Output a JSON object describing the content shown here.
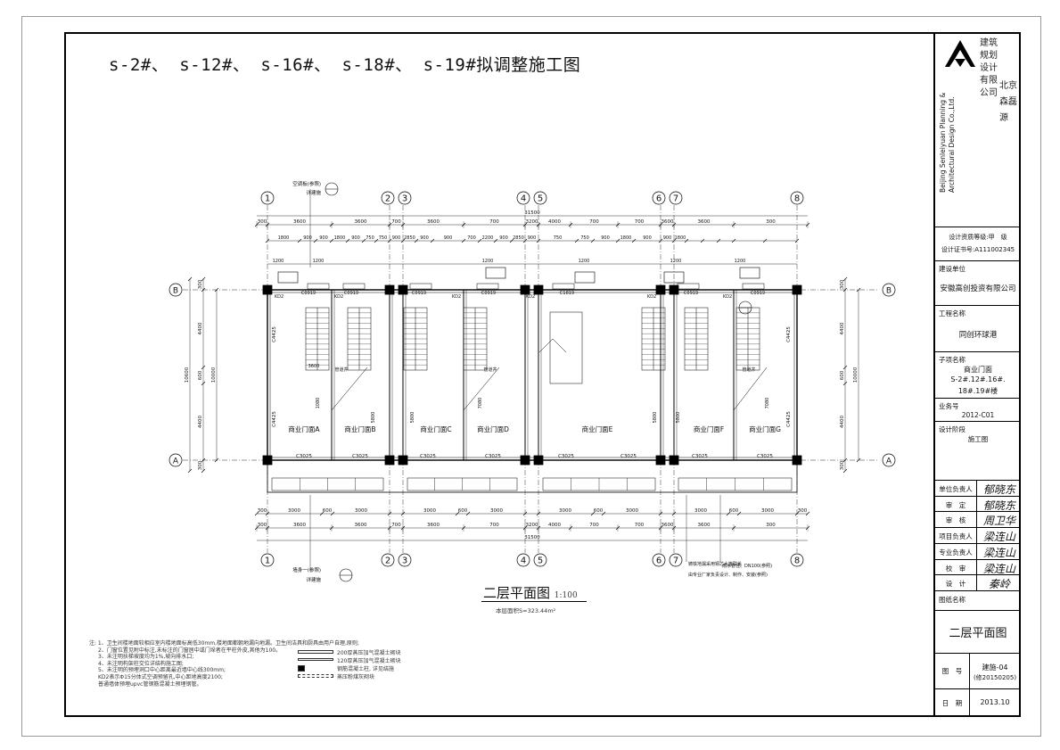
{
  "sheet_title": "s-2#、 s-12#、 s-16#、 s-18#、 s-19#拟调整施工图",
  "company": {
    "logo_lines_cn_a": [
      "建筑",
      "规划",
      "设计",
      "有限",
      "公司"
    ],
    "logo_lines_cn_b": [
      "北京",
      "森磊",
      "源"
    ],
    "name_en_1": "Beijing Senleiyuan Planning &",
    "name_en_2": "Architectural Design Co.,Ltd.",
    "qualification": "设计资质等级:甲　级",
    "certificate": "设计证书号:A111002345"
  },
  "title_block": {
    "client_label": "建设单位",
    "client": "安徽高创投资有限公司",
    "project_label": "工程名称",
    "project": "同创环球港",
    "subproject_label": "子项名称",
    "subproject_1": "商业门面",
    "subproject_2": "S-2#.12#.16#.",
    "subproject_3": "18#.19#楼",
    "job_label": "业务号",
    "job": "2012-C01",
    "stage_label": "设计阶段",
    "stage": "施工图",
    "signatures": [
      {
        "role": "单位负责人",
        "sign": "郁晓东"
      },
      {
        "role": "审　定",
        "sign": "郁晓东"
      },
      {
        "role": "审　核",
        "sign": "周卫华"
      },
      {
        "role": "项目负责人",
        "sign": "梁连山"
      },
      {
        "role": "专业负责人",
        "sign": "梁连山"
      },
      {
        "role": "校　审",
        "sign": "梁连山"
      },
      {
        "role": "设　计",
        "sign": "秦岭"
      }
    ],
    "drawing_name_label": "图纸名称",
    "drawing_name": "二层平面图",
    "drawing_no_label": "图　号",
    "drawing_no": "建施-04",
    "drawing_rev": "(修20150205)",
    "date_label": "日　期",
    "date": "2013.10"
  },
  "plan": {
    "caption": "二层平面图",
    "scale": "1:100",
    "area": "本层面积S=323.44m²",
    "axes_top": [
      "1",
      "2",
      "3",
      "4",
      "5",
      "6",
      "7",
      "8"
    ],
    "axes_side": [
      "B",
      "A"
    ],
    "shops": [
      "商业门面A",
      "商业门面B",
      "商业门面C",
      "商业门面D",
      "商业门面E",
      "商业门面F",
      "商业门面G"
    ],
    "top_dims_1": [
      "300",
      "3600",
      "3600",
      "700",
      "3600",
      "700",
      "3200",
      "4000",
      "700",
      "3600",
      "3600",
      "300"
    ],
    "top_total": "31500",
    "top_dims_2": [
      "1800",
      "900",
      "900",
      "1800",
      "900",
      "750",
      "750",
      "900",
      "2850",
      "900",
      "900",
      "700",
      "2200",
      "900",
      "2850",
      "900",
      "750",
      "750",
      "900",
      "1800",
      "900",
      "900",
      "1800"
    ],
    "bottom_dims_1": [
      "300",
      "3000",
      "600",
      "3000",
      "600",
      "3000",
      "600",
      "3000",
      "600",
      "3000",
      "600",
      "3000",
      "300"
    ],
    "bottom_dims_2": [
      "300",
      "3600",
      "3600",
      "700",
      "3600",
      "700",
      "3200",
      "4000",
      "700",
      "3600",
      "3600",
      "300"
    ],
    "left_dims": [
      "300",
      "4400",
      "600",
      "4400",
      "300"
    ],
    "left_total": "10000",
    "left_total2": "10600",
    "right_dims": [
      "300",
      "4400",
      "600",
      "4400",
      "300"
    ],
    "window_labels": [
      "C3025",
      "C3025",
      "C3025",
      "C3025",
      "C3025",
      "C3025",
      "C3025",
      "C3025",
      "C3025",
      "C3025"
    ],
    "window_top": [
      "C0919",
      "C0919",
      "C0919",
      "C0919",
      "C1819",
      "C0919",
      "C0919",
      "C0919"
    ],
    "side_window": "C4425",
    "detail_note_top": "空调板(参照)",
    "detail_note_top2": "详建施",
    "detail_note_bottom": "墙身一(参照)",
    "detail_note_bottom2": "详建施",
    "detail_ref_top": "2\n9",
    "kd_label": "KD2",
    "stair_note": "管道井",
    "bottom_note_1": "铸铁地漏采用铜芯水篦联盖",
    "bottom_note_2": "由专业厂家负责设计、制作、安装(参照)",
    "bottom_note_3": "雨水管径、DN100(参照)",
    "dim_3600": "3600",
    "dim_1080": "1080",
    "dim_5800": "5800",
    "dim_7080": "7080"
  },
  "notes": [
    "注: 1、卫生间楼地面较相应室内楼地面标高低30mm,楼地面都朝地漏向地漏。卫生间洁具和厨具由用户自理,原则;",
    "2、门窗位置见附中标注,未标注的门窗居中或门垛者在平柱外皮,其他为100。",
    "3、未注明扶梯坡度均为1%,坡向排水口;",
    "4、未注明构架柱交位详结构施工图;",
    "5、未注明的预埋洞口中心距离最近墙中心线300mm;",
    "KD2表示Φ15分体式空调预留孔,中心距地高度2100;",
    "普通墙体预埋upvc管钢筋混凝土预埋钢管。"
  ],
  "legend": [
    "200厚蒸压加气混凝土砌块",
    "120厚蒸压加气混凝土砌块",
    "钢筋混凝土柱, 详见结施",
    "蒸压粉煤灰砌块"
  ]
}
